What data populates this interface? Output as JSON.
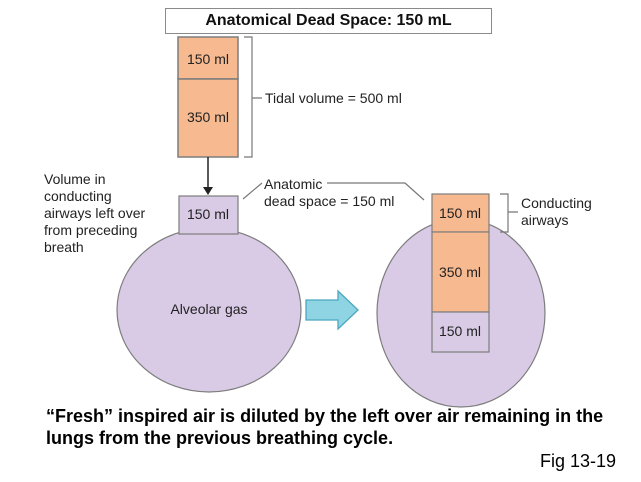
{
  "title": "Anatomical Dead Space: 150 mL",
  "labels": {
    "volume_150_top": "150 ml",
    "volume_350_top": "350 ml",
    "tidal_volume": "Tidal volume = 500 ml",
    "left_note": [
      "Volume in",
      "conducting",
      "airways left over",
      "from preceding",
      "breath"
    ],
    "left_airway_150": "150 ml",
    "anatomic_dead_space": [
      "Anatomic",
      "dead space = 150 ml"
    ],
    "alveolar_gas": "Alveolar gas",
    "right_airway_150": "150 ml",
    "right_350": "350 ml",
    "right_bottom_150": "150 ml",
    "conducting_airways": [
      "Conducting",
      "airways"
    ]
  },
  "caption": "“Fresh” inspired air is diluted by the left over air remaining in the lungs from the previous breathing cycle.",
  "figure_ref": "Fig 13-19",
  "colors": {
    "fresh_air": "#f7b98f",
    "old_air": "#d9cbe6",
    "outline": "#7d7d7d",
    "arrow": "#8fd4e3",
    "arrow_stroke": "#4aa7c0"
  }
}
